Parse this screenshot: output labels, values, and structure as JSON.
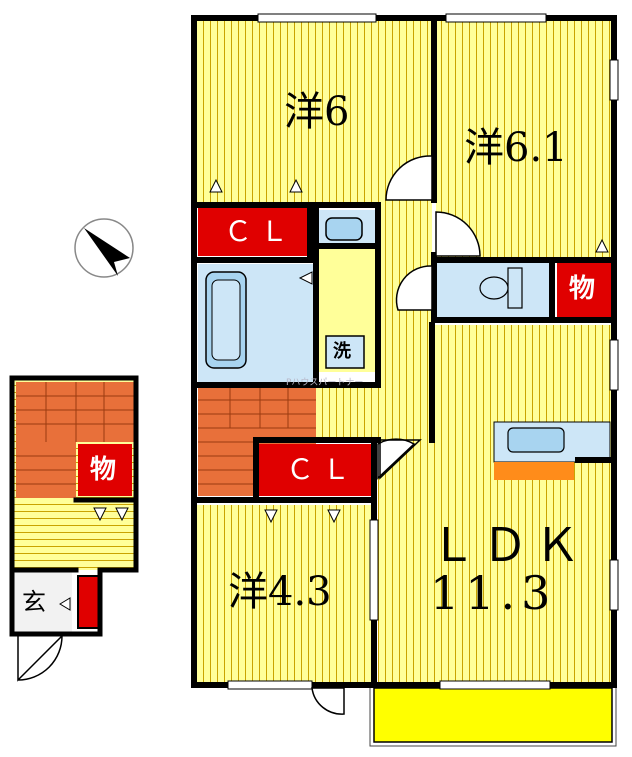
{
  "rooms": {
    "western1": "洋6",
    "western2": "洋6.1",
    "western3": "洋4.3",
    "ldk_line1": "ＬＤＫ",
    "ldk_line2": "11.3",
    "closet1": "ＣＬ",
    "closet2": "ＣＬ",
    "storage1": "物",
    "storage2": "物",
    "laundry": "洗",
    "entrance": "玄"
  },
  "watermark": "Pハウスパートナー",
  "colors": {
    "floor": "#ffff99",
    "floor_lines": "#c9a300",
    "closet": "#e00000",
    "stairs": "#e8703a",
    "bath": "#cde6f7",
    "balcony": "#ffff00",
    "counter": "#ff8c1a",
    "wall": "#000000"
  }
}
